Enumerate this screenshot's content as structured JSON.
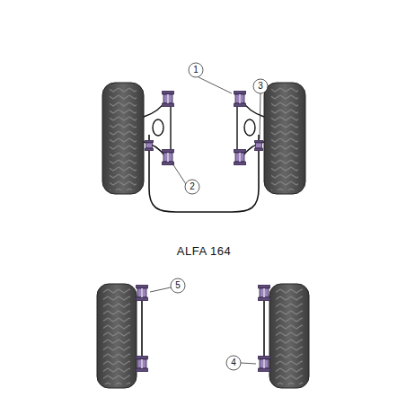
{
  "diagram": {
    "title": "ALFA 164",
    "labels": [
      "1",
      "2",
      "3",
      "5",
      "4"
    ]
  }
}
